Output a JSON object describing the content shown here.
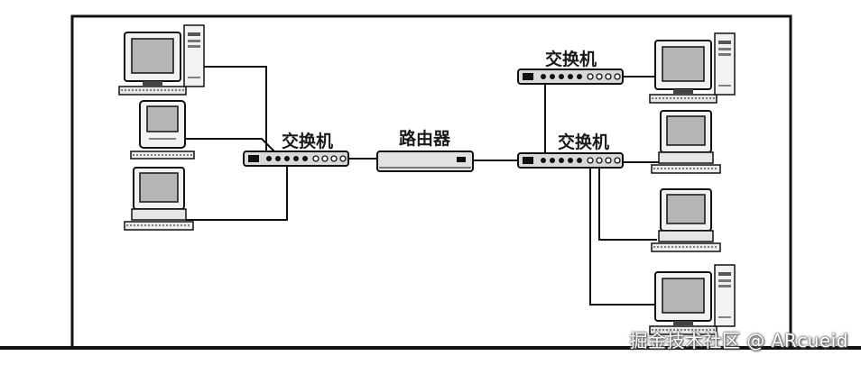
{
  "labels": {
    "switch_left": "交换机",
    "router": "路由器",
    "switch_right_top": "交换机",
    "switch_right_bottom": "交换机"
  },
  "watermark": "掘金技术社区 @ ARcueid"
}
